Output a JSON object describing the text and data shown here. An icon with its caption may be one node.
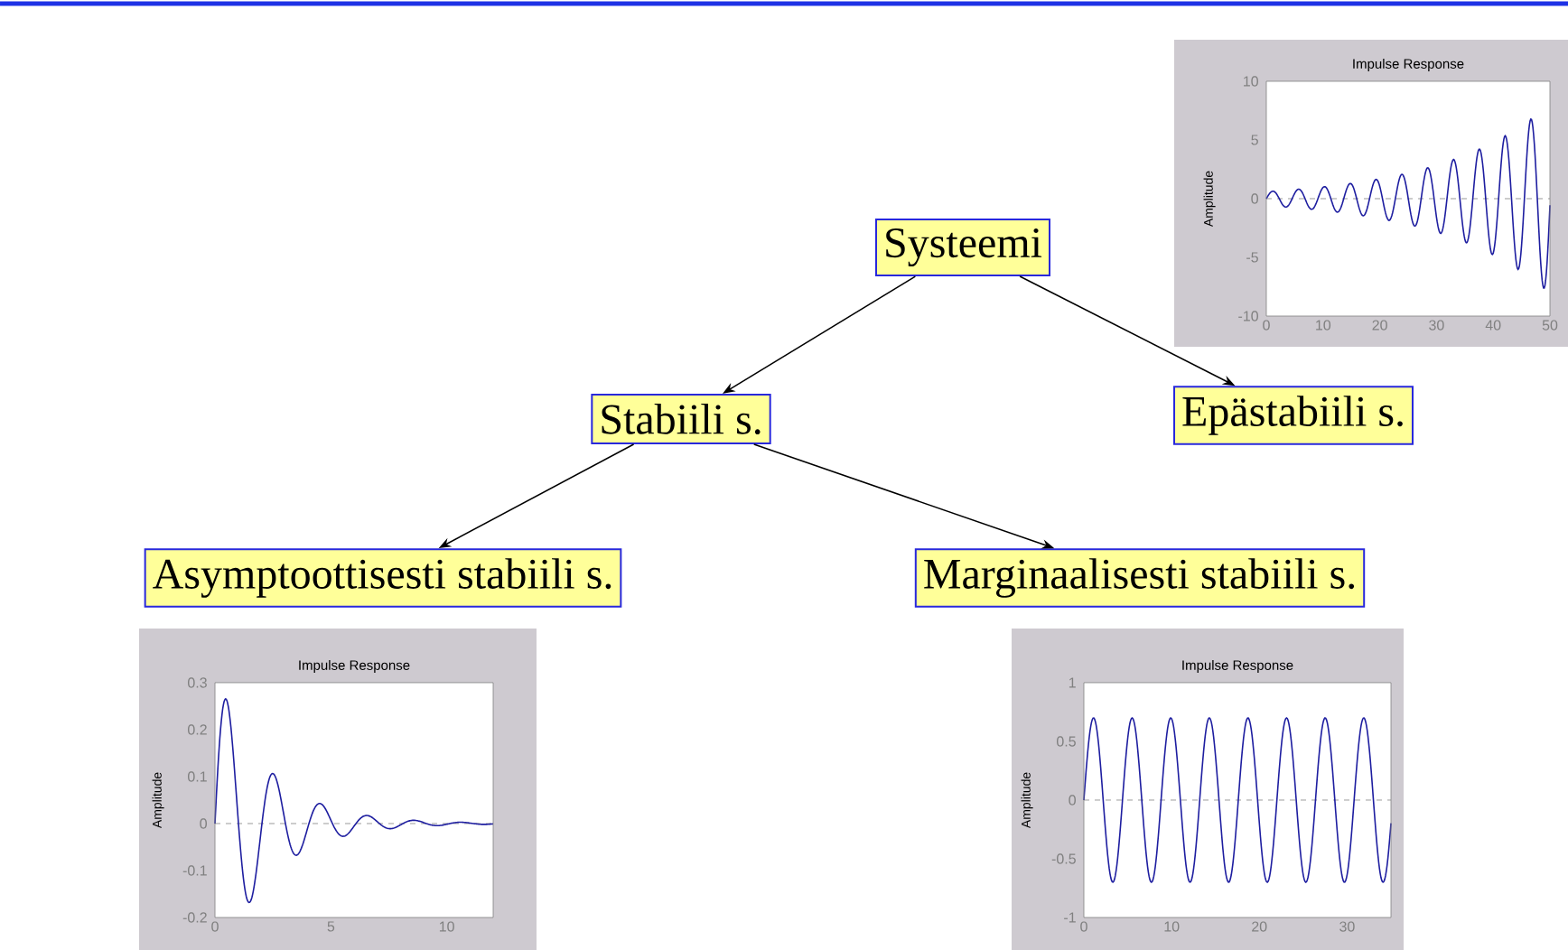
{
  "diagram": {
    "nodes": [
      {
        "text": [
          "Systeemi"
        ]
      },
      {
        "text": [
          "Stabiili s."
        ]
      },
      {
        "text": [
          "Epästabiili s."
        ]
      },
      {
        "text": [
          "Asymptoottisesti stabiili s."
        ]
      },
      {
        "text": [
          "Marginaalisesti stabiili s."
        ]
      }
    ],
    "edges": [
      {
        "from": 0,
        "to": 1,
        "arrow": "to"
      },
      {
        "from": 0,
        "to": 2,
        "arrow": "to"
      },
      {
        "from": 1,
        "to": 3,
        "arrow": "to"
      },
      {
        "from": 1,
        "to": 4,
        "arrow": "to"
      }
    ],
    "labels": [
      "Impulse Response",
      "10",
      "5",
      "0",
      "-5",
      "-10",
      "Amplitude",
      "0",
      "10",
      "20",
      "30",
      "40",
      "50",
      "Impulse Response",
      "0.3",
      "0.2",
      "0.1",
      "0",
      "-0.1",
      "-0.2",
      "Amplitude",
      "0",
      "5",
      "10",
      "Impulse Response",
      "1",
      "0.5",
      "0",
      "-0.5",
      "-1",
      "Amplitude",
      "0",
      "10",
      "20",
      "30"
    ]
  }
}
